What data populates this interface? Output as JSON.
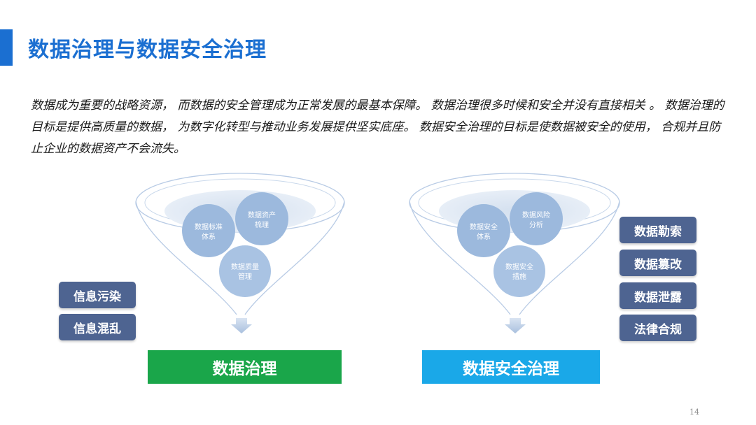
{
  "header": {
    "title": "数据治理与数据安全治理"
  },
  "description": "数据成为重要的战略资源， 而数据的安全管理成为正常发展的最基本保障。 数据治理很多时候和安全并没有直接相关 。 数据治理的目标是提供高质量的数据， 为数字化转型与推动业务发展提供坚实底座。 数据安全治理的目标是使数据被安全的使用， 合规并且防止企业的数据资产不会流失。",
  "left_funnel": {
    "circles": [
      {
        "line1": "数据标准",
        "line2": "体系"
      },
      {
        "line1": "数据资产",
        "line2": "梳理"
      },
      {
        "line1": "数据质量",
        "line2": "管理"
      }
    ],
    "result_label": "数据治理",
    "side_items": [
      "信息污染",
      "信息混乱"
    ]
  },
  "right_funnel": {
    "circles": [
      {
        "line1": "数据安全",
        "line2": "体系"
      },
      {
        "line1": "数据风险",
        "line2": "分析"
      },
      {
        "line1": "数据安全",
        "line2": "措施"
      }
    ],
    "result_label": "数据安全治理",
    "side_items": [
      "数据勒索",
      "数据篡改",
      "数据泄露",
      "法律合规"
    ]
  },
  "footer": {
    "page_number": "14"
  },
  "colors": {
    "accent": "#1b6fd1",
    "governance_green": "#1aa64a",
    "security_blue": "#1aa8e8",
    "side_box": "#4e6491",
    "circle": "#9cb9dd"
  }
}
